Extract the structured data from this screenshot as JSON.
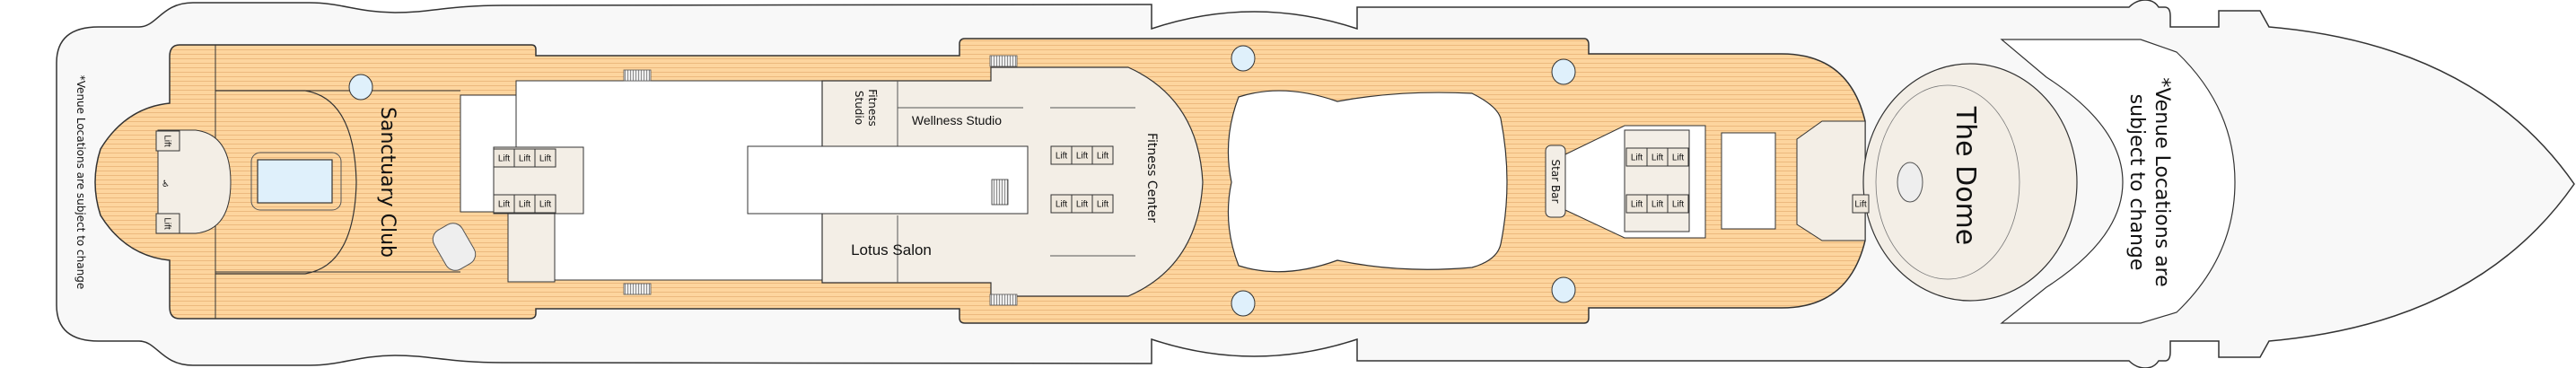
{
  "deck_plan": {
    "labels": {
      "sanctuary_club": "Sanctuary Club",
      "fitness_studio_line1": "Fitness",
      "fitness_studio_line2": "Studio",
      "wellness_studio": "Wellness Studio",
      "lotus_salon": "Lotus Salon",
      "fitness_center": "Fitness Center",
      "star_bar": "Star Bar",
      "the_dome": "The Dome",
      "lift": "Lift"
    },
    "notes": {
      "stern_note": "*Venue Locations are subject to change",
      "bow_note_line1": "*Venue Locations are",
      "bow_note_line2": "subject to change"
    },
    "colors": {
      "hull": "#f8f8f8",
      "deck": "#fdd59e",
      "deck_planks": "#ecb97e",
      "interior": "#f3eee6",
      "water": "#dff0fb",
      "outline": "#333333"
    }
  }
}
